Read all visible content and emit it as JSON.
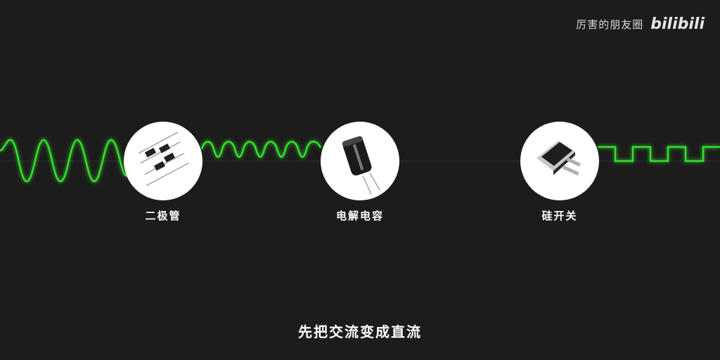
{
  "watermark": {
    "channel": "厉害的朋友圈",
    "logo": "bilibili"
  },
  "components": [
    {
      "label": "二极管",
      "icon": "diode-icon"
    },
    {
      "label": "电解电容",
      "icon": "electrolytic-capacitor-icon"
    },
    {
      "label": "硅开关",
      "icon": "silicon-switch-icon"
    }
  ],
  "subtitle": "先把交流变成直流",
  "colors": {
    "background": "#1c1c1c",
    "signal": "#35e02a",
    "circle": "#ffffff"
  }
}
